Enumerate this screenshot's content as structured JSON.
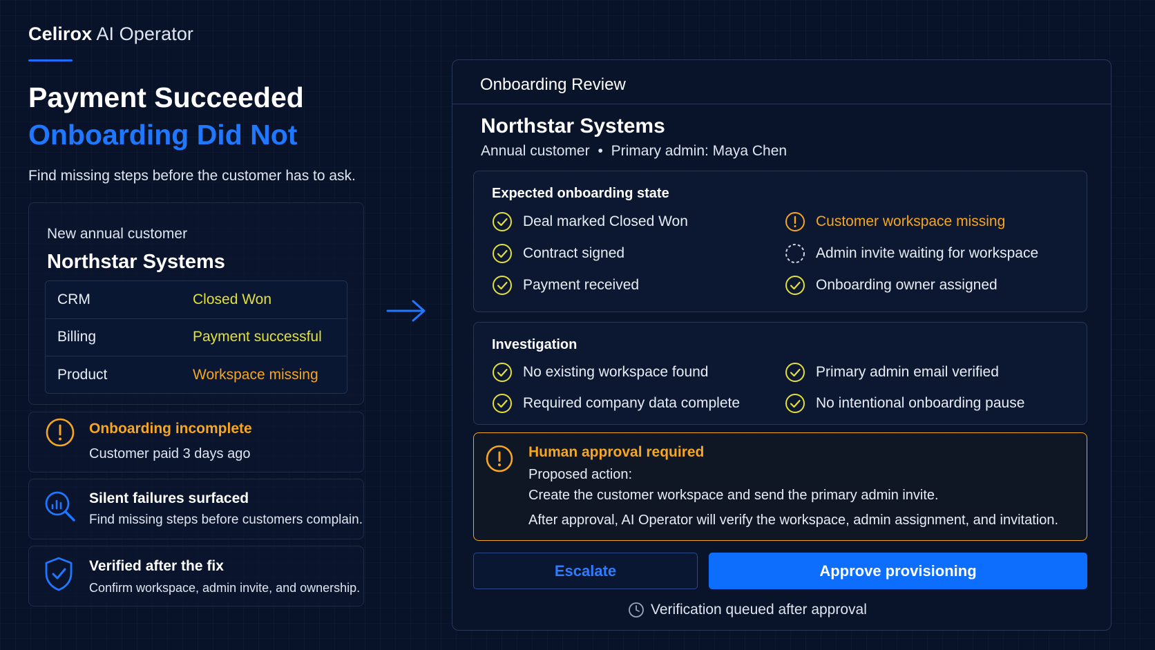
{
  "brand": {
    "name_bold": "Celirox",
    "name_light": "AI Operator"
  },
  "hero": {
    "line1": "Payment Succeeded",
    "line2": "Onboarding Did Not",
    "subtitle": "Find missing steps before the customer has to ask."
  },
  "customer_card": {
    "label": "New annual customer",
    "name": "Northstar Systems",
    "rows": [
      {
        "key": "CRM",
        "value": "Closed Won",
        "color": "#e3e03a"
      },
      {
        "key": "Billing",
        "value": "Payment successful",
        "color": "#e3e03a"
      },
      {
        "key": "Product",
        "value": "Workspace missing",
        "color": "#f5a623"
      }
    ]
  },
  "info_cards": [
    {
      "icon": "warning-circle-icon",
      "title": "Onboarding incomplete",
      "subtitle": "Customer paid 3 days ago",
      "title_color": "#f5a623"
    },
    {
      "icon": "magnifier-chart-icon",
      "title": "Silent failures surfaced",
      "subtitle": "Find missing steps before customers complain."
    },
    {
      "icon": "shield-check-icon",
      "title": "Verified after the fix",
      "subtitle": "Confirm workspace, admin invite, and ownership."
    }
  ],
  "review": {
    "panel_title": "Onboarding Review",
    "company": "Northstar Systems",
    "meta_left": "Annual customer",
    "meta_sep": "•",
    "meta_right": "Primary admin: Maya Chen",
    "expected": {
      "title": "Expected onboarding state",
      "left": [
        {
          "label": "Deal marked Closed Won",
          "status": "check"
        },
        {
          "label": "Contract signed",
          "status": "check"
        },
        {
          "label": "Payment received",
          "status": "check"
        }
      ],
      "right": [
        {
          "label": "Customer workspace missing",
          "status": "warning"
        },
        {
          "label": "Admin invite waiting for workspace",
          "status": "pending"
        },
        {
          "label": "Onboarding owner assigned",
          "status": "check"
        }
      ]
    },
    "investigation": {
      "title": "Investigation",
      "left": [
        {
          "label": "No existing workspace found",
          "status": "check"
        },
        {
          "label": "Required company data complete",
          "status": "check"
        }
      ],
      "right": [
        {
          "label": "Primary admin email verified",
          "status": "check"
        },
        {
          "label": "No intentional onboarding pause",
          "status": "check"
        }
      ]
    },
    "approval": {
      "title": "Human approval required",
      "line1": "Proposed action:",
      "line2": "Create the customer workspace and send the primary admin invite.",
      "line3": "After approval, AI Operator will verify the workspace, admin assignment, and invitation."
    },
    "buttons": {
      "escalate": "Escalate",
      "approve": "Approve provisioning"
    },
    "queued": "Verification queued after approval"
  },
  "colors": {
    "accent": "#1f78ff",
    "warning": "#f5a623",
    "success": "#e3e03a",
    "background": "#08132a"
  }
}
